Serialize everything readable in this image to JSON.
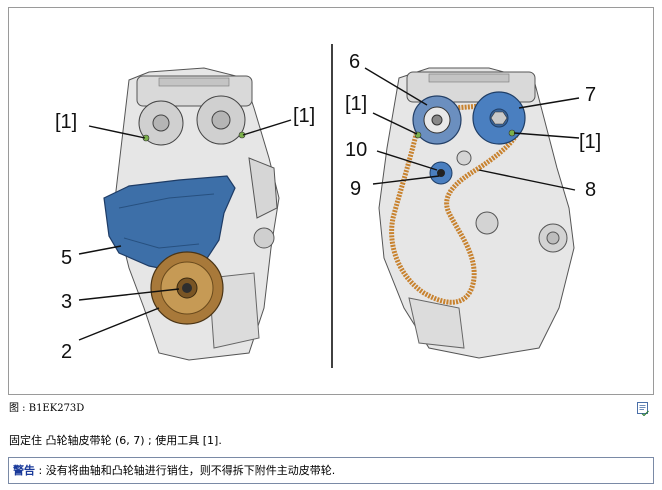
{
  "figure": {
    "caption": "图 : B1EK273D",
    "callouts": {
      "left_bracket_a": "[1]",
      "left_bracket_b": "[1]",
      "left_5": "5",
      "left_3": "3",
      "left_2": "2",
      "right_6": "6",
      "right_bracket_a": "[1]",
      "right_10": "10",
      "right_9": "9",
      "right_7": "7",
      "right_bracket_b": "[1]",
      "right_8": "8"
    }
  },
  "instruction": "固定住 凸轮轴皮带轮 (6, 7) ; 使用工具 [1].",
  "warning": {
    "label": "警告",
    "text": " : 没有将曲轴和凸轮轴进行销住，则不得拆下附件主动皮带轮."
  },
  "colors": {
    "cover_blue": "#3d6fa8",
    "belt_orange": "#c8822e",
    "pulley_bronze": "#a8793a",
    "sprocket_blue": "#4a7fc0"
  },
  "icons": [
    "document-icon"
  ]
}
